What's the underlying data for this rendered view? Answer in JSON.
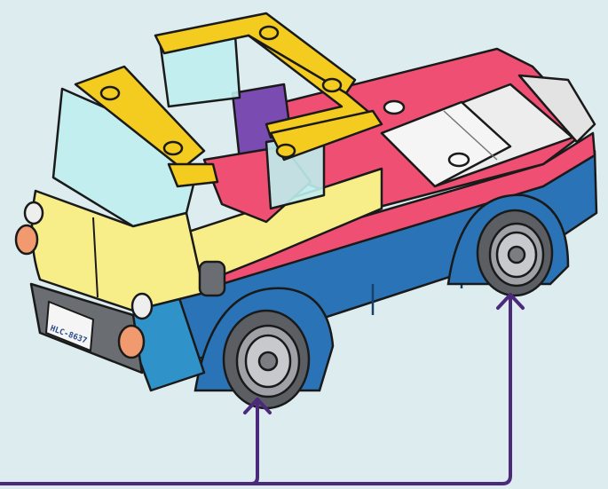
{
  "instruction_illustration": {
    "background_color": "#dcecef",
    "subject": "toy-brick-pickup-truck",
    "license_plate": {
      "text": "HLC-8637"
    },
    "colors": {
      "body_yellow": "#f7ee8a",
      "roof_yellow": "#f4cb1f",
      "bed_pink": "#ef4f73",
      "chassis_blue": "#2a73b6",
      "lower_blue": "#2f92c9",
      "window_cyan": "#bfeeee",
      "seat_purple": "#7a4bb0",
      "wheel_gray": "#8e9296",
      "arrow_purple": "#4b2a7b"
    },
    "callouts": {
      "count": 2,
      "icons": [
        "up-arrow-icon",
        "up-arrow-icon"
      ],
      "targets": [
        "front-wheel",
        "rear-wheel"
      ]
    }
  }
}
